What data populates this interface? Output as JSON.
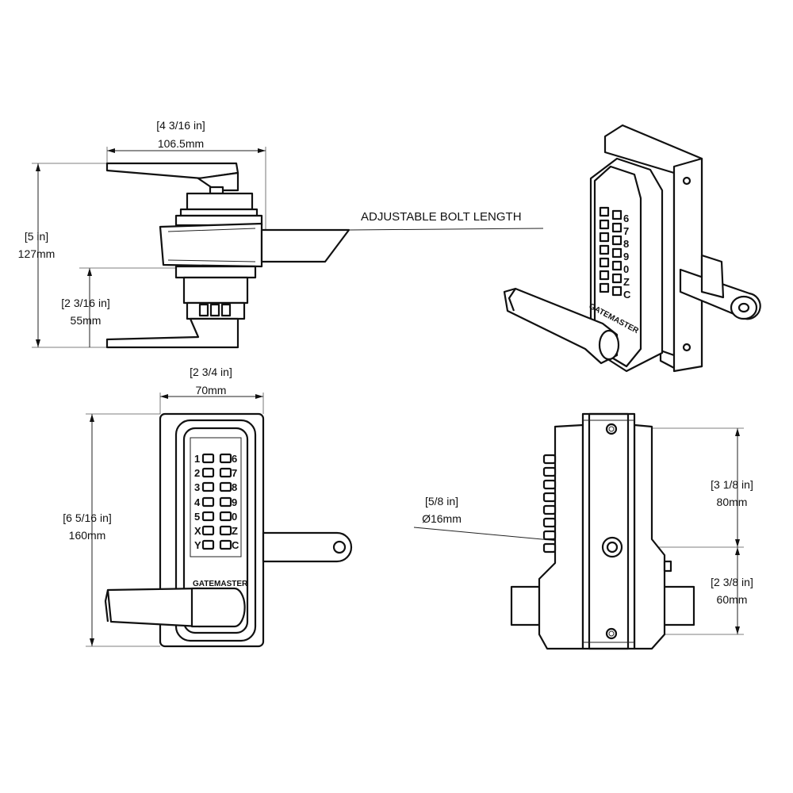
{
  "top_view": {
    "width_in": "[4 3/16 in]",
    "width_mm": "106.5mm",
    "height_in": "[5 in]",
    "height_mm": "127mm",
    "lower_in": "[2 3/16 in]",
    "lower_mm": "55mm",
    "bolt_label": "ADJUSTABLE BOLT LENGTH"
  },
  "front_view": {
    "width_in": "[2 3/4 in]",
    "width_mm": "70mm",
    "height_in": "[6 5/16 in]",
    "height_mm": "160mm",
    "keys_left": [
      "1",
      "2",
      "3",
      "4",
      "5",
      "X",
      "Y"
    ],
    "keys_right": [
      "6",
      "7",
      "8",
      "9",
      "0",
      "Z",
      "C"
    ],
    "brand": "GATEMASTER"
  },
  "side_view": {
    "hole_in": "[5/8 in]",
    "hole_mm": "Ø16mm",
    "upper_in": "[3 1/8 in]",
    "upper_mm": "80mm",
    "lower_in": "[2 3/8 in]",
    "lower_mm": "60mm"
  },
  "iso_view": {
    "keys": [
      "6",
      "7",
      "8",
      "9",
      "0",
      "Z",
      "C"
    ],
    "brand": "GATEMASTER"
  }
}
